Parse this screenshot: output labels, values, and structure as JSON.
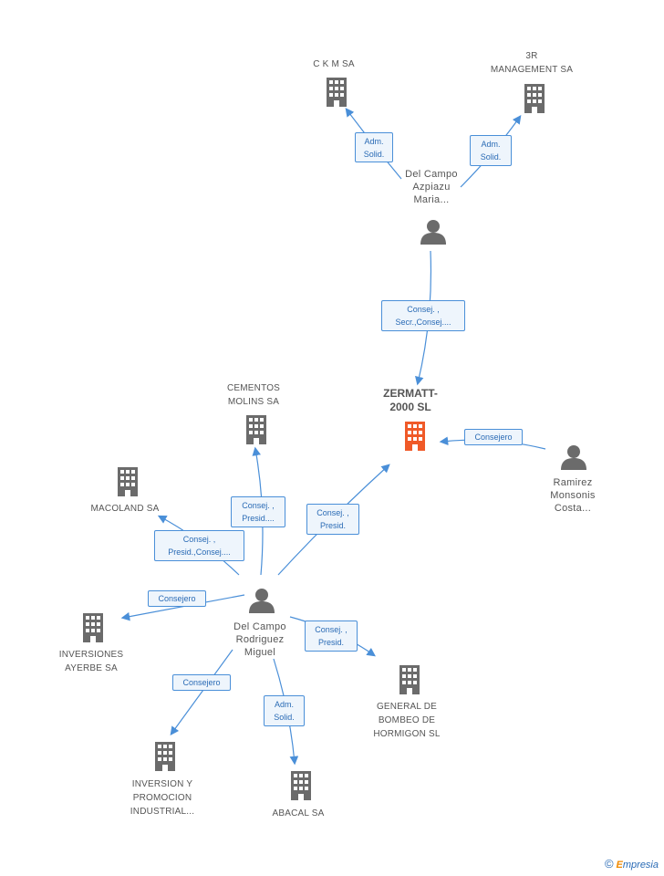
{
  "nodes": {
    "ckm": {
      "label": "C K M SA"
    },
    "mgmt3r": {
      "label_l1": "3R",
      "label_l2": "MANAGEMENT SA"
    },
    "delcampo_azpiazu": {
      "label_l1": "Del Campo",
      "label_l2": "Azpiazu",
      "label_l3": "Maria..."
    },
    "zermatt": {
      "label_l1": "ZERMATT-",
      "label_l2": "2000 SL",
      "color": "#f05a28"
    },
    "ramirez": {
      "label_l1": "Ramirez",
      "label_l2": "Monsonis",
      "label_l3": "Costa..."
    },
    "cementos": {
      "label_l1": "CEMENTOS",
      "label_l2": "MOLINS SA"
    },
    "macoland": {
      "label": "MACOLAND SA"
    },
    "delcampo_rodriguez": {
      "label_l1": "Del Campo",
      "label_l2": "Rodriguez",
      "label_l3": "Miguel"
    },
    "inversiones_ayerbe": {
      "label_l1": "INVERSIONES",
      "label_l2": "AYERBE SA"
    },
    "general_bombeo": {
      "label_l1": "GENERAL DE",
      "label_l2": "BOMBEO DE",
      "label_l3": "HORMIGON SL"
    },
    "inversion_promocion": {
      "label_l1": "INVERSION Y",
      "label_l2": "PROMOCION",
      "label_l3": "INDUSTRIAL..."
    },
    "abacal": {
      "label": "ABACAL SA"
    }
  },
  "edges": {
    "e_ckm": {
      "l1": "Adm.",
      "l2": "Solid."
    },
    "e_3r": {
      "l1": "Adm.",
      "l2": "Solid."
    },
    "e_azp_zer": {
      "l1": "Consej. ,",
      "l2": "Secr.,Consej...."
    },
    "e_ram_zer": {
      "l1": "Consejero"
    },
    "e_cem": {
      "l1": "Consej. ,",
      "l2": "Presid...."
    },
    "e_mac": {
      "l1": "Consej. ,",
      "l2": "Presid.,Consej...."
    },
    "e_rod_zer": {
      "l1": "Consej. ,",
      "l2": "Presid."
    },
    "e_ayerbe": {
      "l1": "Consejero"
    },
    "e_bombeo": {
      "l1": "Consej. ,",
      "l2": "Presid."
    },
    "e_promo": {
      "l1": "Consejero"
    },
    "e_abacal": {
      "l1": "Adm.",
      "l2": "Solid."
    }
  },
  "colors": {
    "building": "#6b6b6b",
    "highlight": "#f05a28",
    "edge": "#4a8fd8"
  },
  "brand": {
    "copyright": "©",
    "name_first": "E",
    "name_rest": "mpresia"
  }
}
